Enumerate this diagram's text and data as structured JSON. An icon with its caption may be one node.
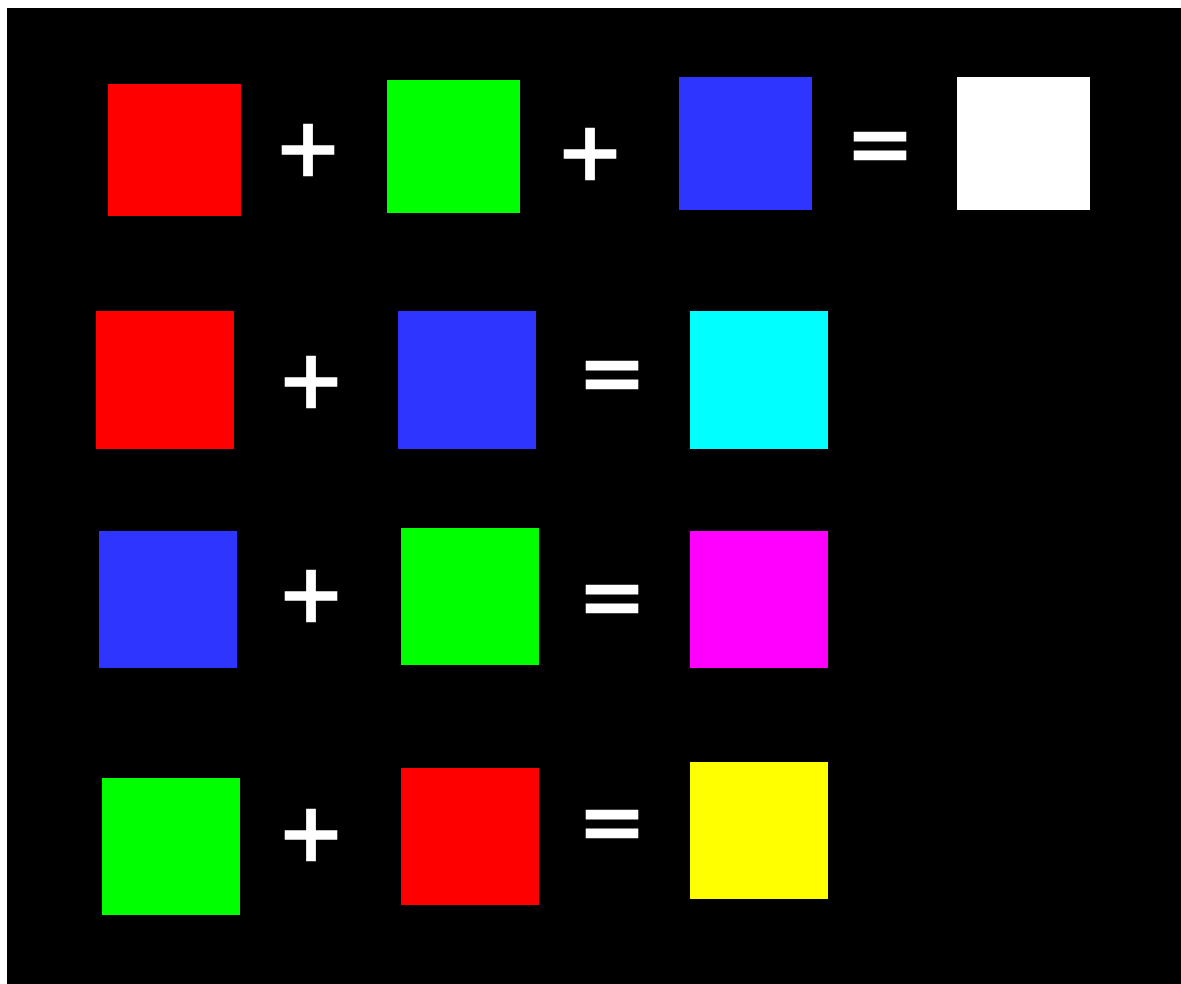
{
  "diagram": {
    "nodes": [
      {
        "text": [],
        "shape": "box"
      },
      {
        "text": [],
        "shape": "box"
      },
      {
        "text": [],
        "shape": "box"
      },
      {
        "text": [],
        "shape": "box"
      },
      {
        "text": [],
        "shape": "box"
      },
      {
        "text": [],
        "shape": "box"
      },
      {
        "text": [],
        "shape": "box"
      },
      {
        "text": [],
        "shape": "box"
      },
      {
        "text": [],
        "shape": "box"
      },
      {
        "text": [],
        "shape": "box"
      },
      {
        "text": [],
        "shape": "box"
      },
      {
        "text": [],
        "shape": "box"
      },
      {
        "text": [],
        "shape": "box"
      }
    ],
    "labels": [
      "+",
      "+",
      "=",
      "+",
      "=",
      "+",
      "=",
      "+",
      "="
    ]
  }
}
